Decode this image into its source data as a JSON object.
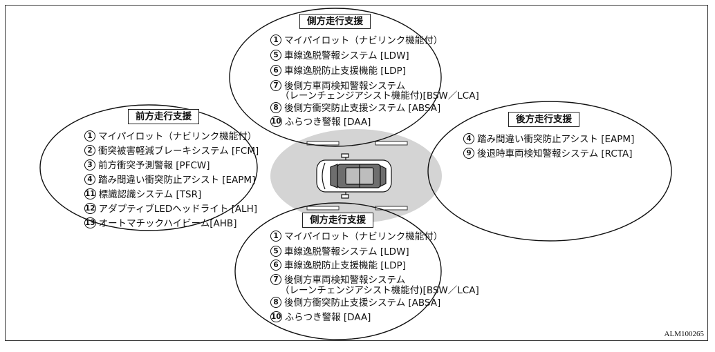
{
  "sections": {
    "top": {
      "title": "側方走行支援",
      "items": [
        {
          "num": "1",
          "label": "マイパイロット（ナビリンク機能付）"
        },
        {
          "num": "5",
          "label": "車線逸脱警報システム [LDW]"
        },
        {
          "num": "6",
          "label": "車線逸脱防止支援機能 [LDP]"
        },
        {
          "num": "7",
          "label": "後側方車両検知警報システム",
          "sub": "（レーンチェンジアシスト機能付)[BSW／LCA]"
        },
        {
          "num": "8",
          "label": "後側方衝突防止支援システム [ABSA]"
        },
        {
          "num": "10",
          "label": "ふらつき警報 [DAA]"
        }
      ]
    },
    "left": {
      "title": "前方走行支援",
      "items": [
        {
          "num": "1",
          "label": "マイパイロット（ナビリンク機能付）"
        },
        {
          "num": "2",
          "label": "衝突被害軽減ブレーキシステム [FCM]"
        },
        {
          "num": "3",
          "label": "前方衝突予測警報 [PFCW]"
        },
        {
          "num": "4",
          "label": "踏み間違い衝突防止アシスト [EAPM]"
        },
        {
          "num": "11",
          "label": "標識認識システム [TSR]"
        },
        {
          "num": "12",
          "label": "アダプティブLEDヘッドライト [ALH]"
        },
        {
          "num": "13",
          "label": "オートマチックハイビーム[AHB]"
        }
      ]
    },
    "right": {
      "title": "後方走行支援",
      "items": [
        {
          "num": "4",
          "label": "踏み間違い衝突防止アシスト [EAPM]"
        },
        {
          "num": "9",
          "label": "後退時車両検知警報システム [RCTA]"
        }
      ]
    },
    "bottom": {
      "title": "側方走行支援",
      "items": [
        {
          "num": "1",
          "label": "マイパイロット（ナビリンク機能付）"
        },
        {
          "num": "5",
          "label": "車線逸脱警報システム [LDW]"
        },
        {
          "num": "6",
          "label": "車線逸脱防止支援機能 [LDP]"
        },
        {
          "num": "7",
          "label": "後側方車両検知警報システム",
          "sub": "（レーンチェンジアシスト機能付)[BSW／LCA]"
        },
        {
          "num": "8",
          "label": "後側方衝突防止支援システム [ABSA]"
        },
        {
          "num": "10",
          "label": "ふらつき警報 [DAA]"
        }
      ]
    }
  },
  "figure_code": "ALM100265",
  "colors": {
    "center_fill": "#d4d4d4",
    "line": "#111111"
  }
}
